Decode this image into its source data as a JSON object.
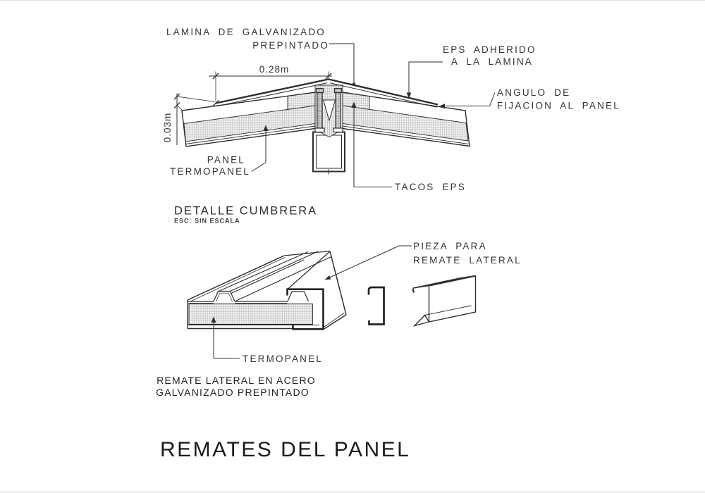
{
  "page": {
    "background": "#ffffff"
  },
  "colors": {
    "line": "#2e2e2e",
    "text": "#333333",
    "hatch": "#9b9b9b",
    "channel_dark": "#222222",
    "title": "#1b1b1b"
  },
  "ridge_detail": {
    "labels": {
      "lamina_1": "LAMINA DE GALVANIZADO",
      "lamina_2": "PREPINTADO",
      "eps_1": "EPS ADHERIDO",
      "eps_2": "A LA LAMINA",
      "angulo_1": "ANGULO DE",
      "angulo_2": "FIJACION AL PANEL",
      "panel_1": "PANEL",
      "panel_2": "TERMOPANEL",
      "tacos": "TACOS EPS"
    },
    "dimensions": {
      "ridge_width": "0.28m",
      "sheet_offset": "0.03m"
    },
    "caption": "DETALLE CUMBRERA",
    "scale_note": "ESC: SIN ESCALA"
  },
  "lateral_detail": {
    "labels": {
      "pieza_1": "PIEZA PARA",
      "pieza_2": "REMATE LATERAL",
      "termopanel": "TERMOPANEL"
    },
    "caption_1": "REMATE LATERAL EN ACERO",
    "caption_2": "GALVANIZADO PREPINTADO"
  },
  "main_title": "REMATES DEL PANEL"
}
